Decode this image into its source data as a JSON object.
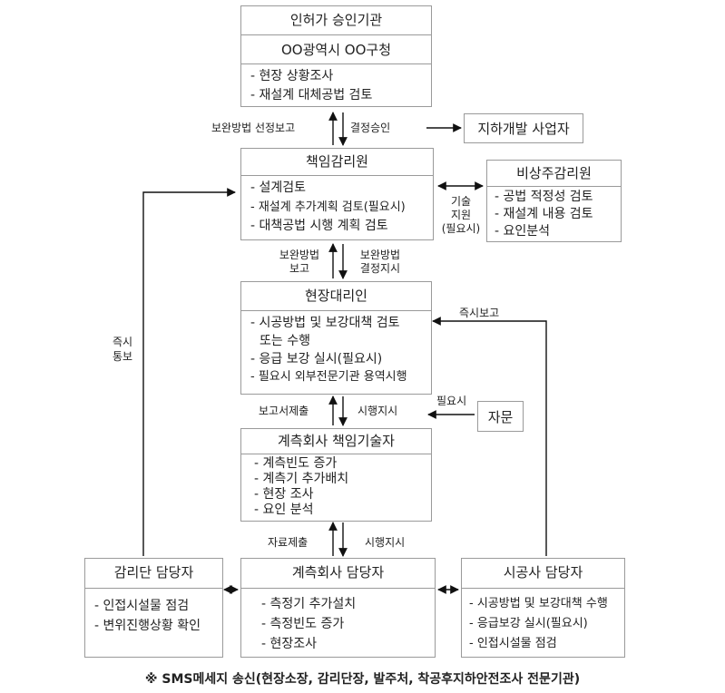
{
  "authority": {
    "title": "인허가 승인기관",
    "sub": "OO광역시 OO구청",
    "items": [
      "- 현장 상황조사",
      "- 재설계 대체공법 검토"
    ]
  },
  "developer": {
    "title": "지하개발 사업자"
  },
  "supervisor": {
    "title": "책임감리원",
    "items": [
      "- 설계검토",
      "- 재설계 추가계획 검토(필요시)",
      "- 대책공법 시행 계획 검토"
    ]
  },
  "emergency_supervisor": {
    "title": "비상주감리원",
    "items": [
      "- 공법 적정성 검토",
      "- 재설계 내용 검토",
      "- 요인분석"
    ]
  },
  "site_agent": {
    "title": "현장대리인",
    "items": [
      "- 시공방법 및 보강대책 검토",
      "  또는 수행",
      "- 응급 보강 실시(필요시)",
      "- 필요시 외부전문기관 용역시행"
    ]
  },
  "advisory": {
    "title": "자문"
  },
  "measurement_chief": {
    "title": "계측회사 책임기술자",
    "items": [
      "- 계측빈도 증가",
      "- 계측기 추가배치",
      "- 현장 조사",
      "- 요인 분석"
    ]
  },
  "supervision_team": {
    "title": "감리단 담당자",
    "items": [
      "- 인접시설물 점검",
      "- 변위진행상황 확인"
    ]
  },
  "measurement_staff": {
    "title": "계측회사 담당자",
    "items": [
      "- 측정기 추가설치",
      "- 측정빈도 증가",
      "- 현장조사"
    ]
  },
  "contractor": {
    "title": "시공사 담당자",
    "items": [
      "- 시공방법 및 보강대책 수행",
      "- 응급보강 실시(필요시)",
      "- 인접시설물 점검"
    ]
  },
  "labels": {
    "alt_method_report": "보완방법 선정보고",
    "final_approval": "결정승인",
    "tech_support": "기술\n지원\n(필요시)",
    "alt_report_short": "보완방법\n보고",
    "alt_decision": "보완방법\n결정지시",
    "immediate_report": "즉시보고",
    "immediate_notice": "즉시\n통보",
    "report_submit": "보고서제출",
    "exec_order_1": "시행지시",
    "if_needed": "필요시",
    "data_submit": "자료제출",
    "exec_order_2": "시행지시"
  },
  "footer": "※ SMS메세지 송신(현장소장, 감리단장, 발주처, 착공후지하안전조사 전문기관)"
}
